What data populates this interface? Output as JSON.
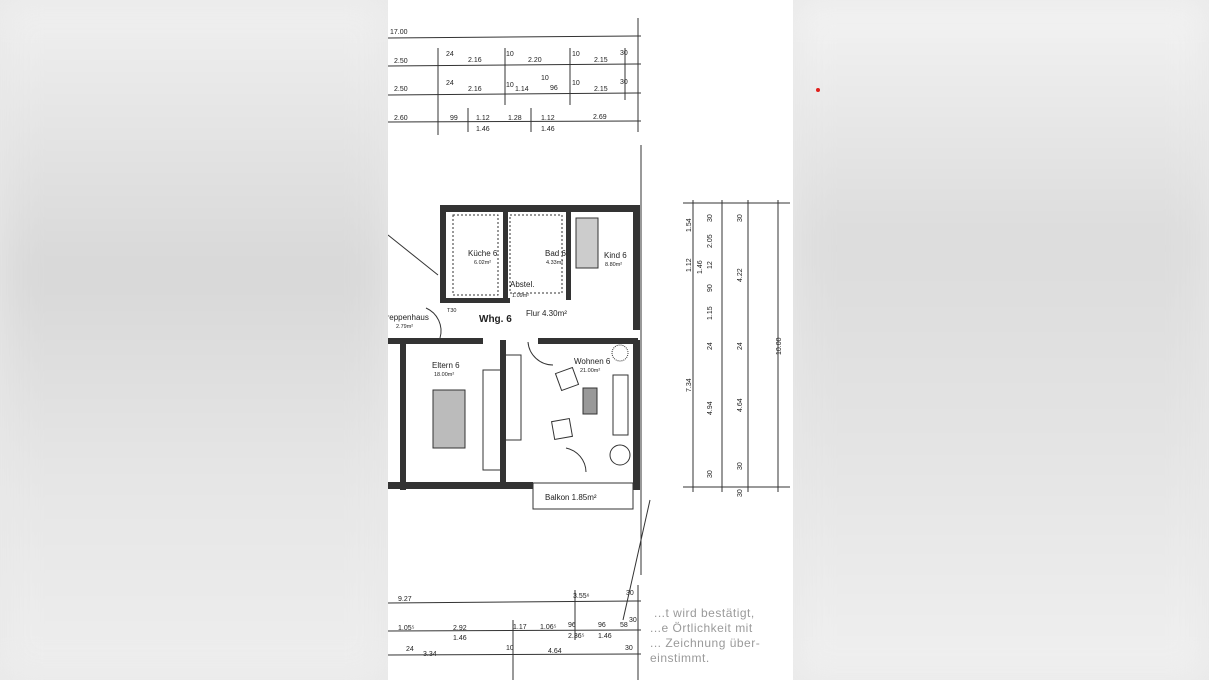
{
  "colors": {
    "marker": "#e0201c",
    "wall": "#333333",
    "background": "#e9e9e9"
  },
  "dims": {
    "top": [
      "17.00",
      "2.50",
      "24",
      "2.16",
      "10",
      "2.20",
      "10",
      "2.15",
      "30",
      "2.50",
      "24",
      "2.16",
      "10",
      "1.14",
      "10",
      "96",
      "10",
      "2.15",
      "30",
      "2.60",
      "99",
      "1.12",
      "1.46",
      "1.28",
      "1.12",
      "1.46",
      "2.69"
    ],
    "right": [
      "1.54",
      "1.12",
      "1.46",
      "30",
      "2.05",
      "12",
      "90",
      "1.15",
      "24",
      "4.94",
      "30",
      "30",
      "4.22",
      "24",
      "4.64",
      "30",
      "30",
      "10.00",
      "7.34"
    ],
    "bottom": [
      "9.27",
      "3.55⁶",
      "30",
      "1.05⁵",
      "2.92",
      "1.46",
      "1.17",
      "1.06⁵",
      "96",
      "2.36⁵",
      "96",
      "1.46",
      "58",
      "30",
      "24",
      "3.34",
      "10",
      "4.64",
      "30"
    ]
  },
  "rooms": {
    "treppenhaus": {
      "name": "Treppenhaus",
      "area": "2.79m²",
      "door": "T30"
    },
    "kueche": {
      "name": "Küche 6",
      "area": "6.02m²"
    },
    "bad": {
      "name": "Bad 6",
      "area": "4.33m²"
    },
    "abstell": {
      "name": "Abstel.",
      "area": "1.09m²"
    },
    "kind": {
      "name": "Kind 6",
      "area": "8.80m²"
    },
    "flur": {
      "name": "Flur 4.30m²"
    },
    "wohnung": {
      "name": "Whg. 6"
    },
    "eltern": {
      "name": "Eltern 6",
      "area": "18.00m²"
    },
    "wohnen": {
      "name": "Wohnen 6",
      "area": "21.00m²"
    },
    "balkon": {
      "name": "Balkon 1.85m²"
    }
  },
  "stamp": [
    "...t wird bestätigt,",
    "...e Örtlichkeit mit",
    "... Zeichnung über-",
    "einstimmt."
  ]
}
